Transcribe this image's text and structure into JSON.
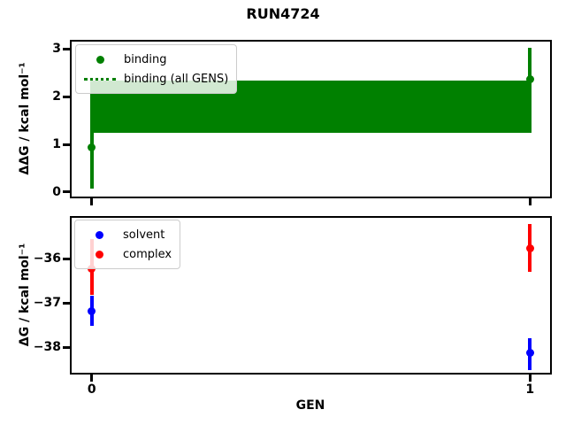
{
  "title": "RUN4724",
  "chart_data": [
    {
      "type": "errorbar",
      "panel": "binding",
      "ylabel": "ΔΔG / kcal mol⁻¹",
      "xlabel": "",
      "xlim": [
        -0.05,
        1.05
      ],
      "ylim": [
        -0.13,
        3.19
      ],
      "grid": false,
      "legend_position": "upper left",
      "xticks": [
        {
          "v": 0,
          "label": ""
        },
        {
          "v": 1,
          "label": ""
        }
      ],
      "yticks": [
        {
          "v": 0,
          "label": "0"
        },
        {
          "v": 1,
          "label": "1"
        },
        {
          "v": 2,
          "label": "2"
        },
        {
          "v": 3,
          "label": "3"
        }
      ],
      "band": {
        "name": "binding (all GENS)",
        "x": [
          0,
          1
        ],
        "lo": 1.24,
        "hi": 2.33,
        "center": 1.78,
        "color": "#008000"
      },
      "series": [
        {
          "name": "binding",
          "color": "#008000",
          "marker": "circle",
          "points": [
            {
              "x": 0,
              "y": 0.93,
              "err_lo": 0.07,
              "err_hi": 1.79
            },
            {
              "x": 1,
              "y": 2.37,
              "err_lo": 1.72,
              "err_hi": 3.03
            }
          ]
        }
      ],
      "legend": [
        {
          "label": "binding",
          "swatch": "marker",
          "color": "#008000"
        },
        {
          "label": "binding (all GENS)",
          "swatch": "dotted-line",
          "color": "#008000"
        }
      ]
    },
    {
      "type": "errorbar",
      "panel": "free-energy",
      "ylabel": "ΔG / kcal mol⁻¹",
      "xlabel": "GEN",
      "xlim": [
        -0.05,
        1.05
      ],
      "ylim": [
        -38.62,
        -35.04
      ],
      "grid": false,
      "legend_position": "upper left",
      "xticks": [
        {
          "v": 0,
          "label": "0"
        },
        {
          "v": 1,
          "label": "1"
        }
      ],
      "yticks": [
        {
          "v": -38,
          "label": "−38"
        },
        {
          "v": -37,
          "label": "−37"
        },
        {
          "v": -36,
          "label": "−36"
        }
      ],
      "series": [
        {
          "name": "solvent",
          "color": "#0000ff",
          "marker": "circle",
          "points": [
            {
              "x": 0,
              "y": -37.18,
              "err_lo": -37.52,
              "err_hi": -36.84
            },
            {
              "x": 1,
              "y": -38.12,
              "err_lo": -38.52,
              "err_hi": -37.8
            }
          ]
        },
        {
          "name": "complex",
          "color": "#ff0000",
          "marker": "circle",
          "points": [
            {
              "x": 0,
              "y": -36.22,
              "err_lo": -36.82,
              "err_hi": -35.56
            },
            {
              "x": 1,
              "y": -35.76,
              "err_lo": -36.3,
              "err_hi": -35.22
            }
          ]
        }
      ],
      "legend": [
        {
          "label": "solvent",
          "swatch": "marker",
          "color": "#0000ff"
        },
        {
          "label": "complex",
          "swatch": "marker",
          "color": "#ff0000"
        }
      ]
    }
  ]
}
